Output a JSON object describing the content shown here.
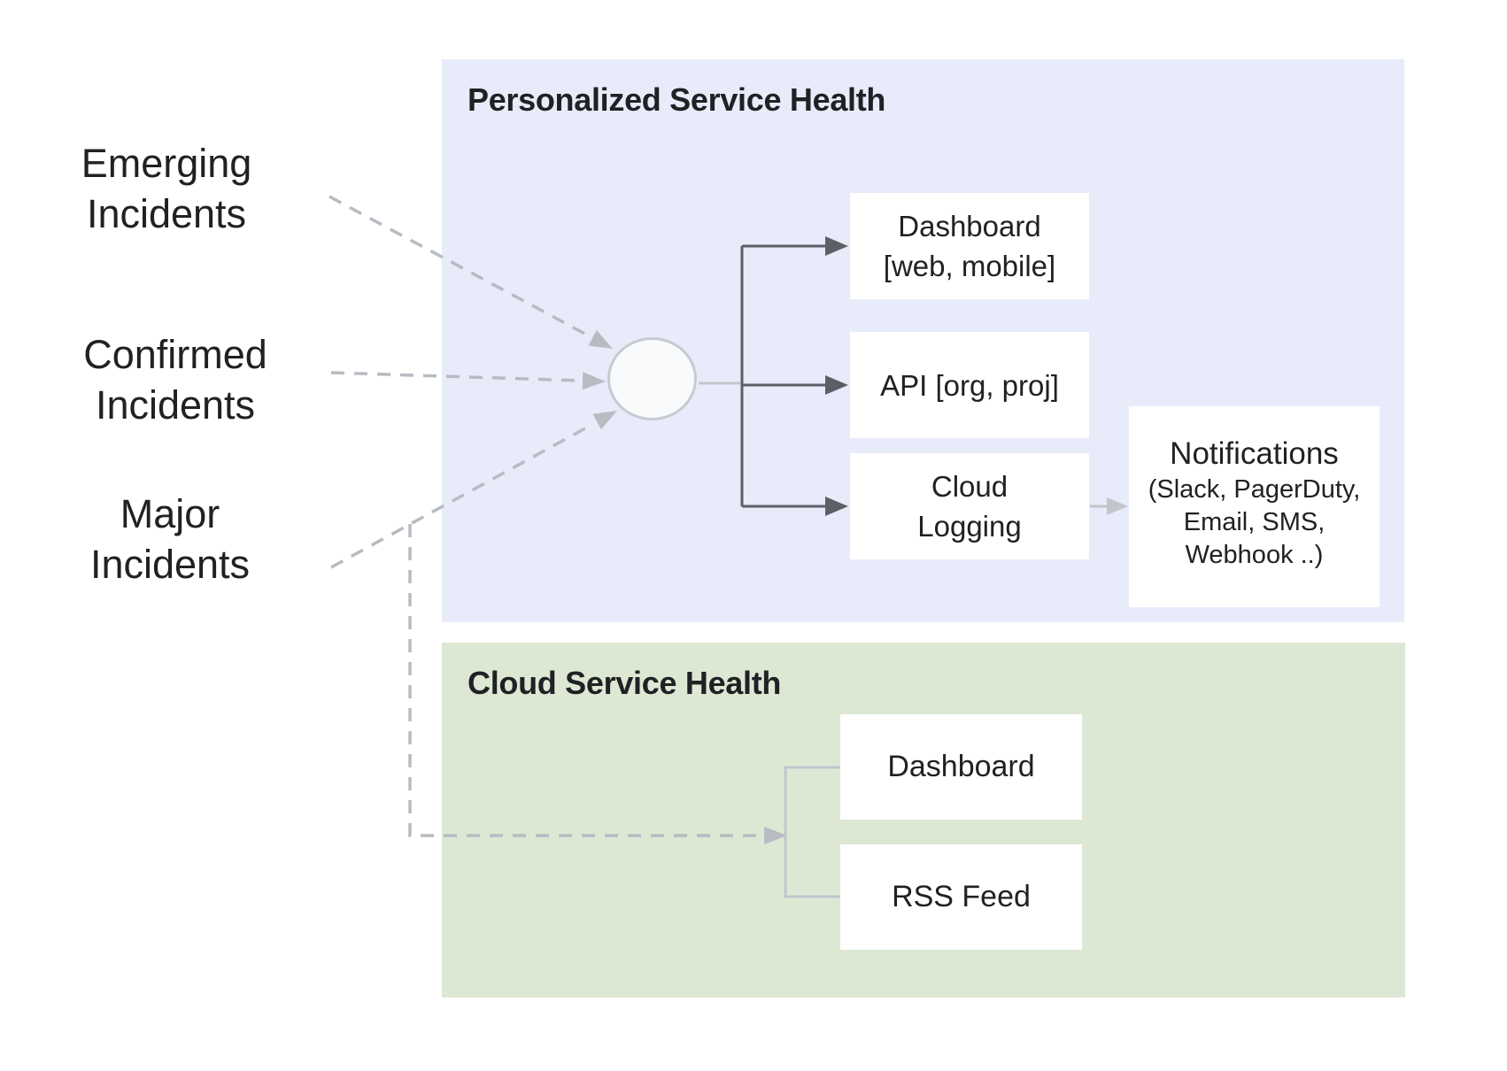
{
  "colors": {
    "personalized_panel_bg": "#e8ecfa",
    "cloud_panel_bg": "#dde8d4",
    "node_bg": "#ffffff",
    "solid_connector": "#5b6067",
    "light_connector": "#c2c6cb",
    "dashed_connector": "#b7bcc2",
    "text": "#202124",
    "hub_fill": "#f8fafc",
    "hub_border": "#c7cbd1"
  },
  "incident_sources": [
    {
      "id": "emerging",
      "lines": [
        "Emerging",
        "Incidents"
      ]
    },
    {
      "id": "confirmed",
      "lines": [
        "Confirmed",
        "Incidents"
      ]
    },
    {
      "id": "major",
      "lines": [
        "Major",
        "Incidents"
      ]
    }
  ],
  "personalized_panel": {
    "title": "Personalized Service Health",
    "dashboard": {
      "lines": [
        "Dashboard",
        "[web, mobile]"
      ]
    },
    "api": {
      "label": "API [org, proj]"
    },
    "cloud_logging": {
      "lines": [
        "Cloud",
        "Logging"
      ]
    },
    "notifications": {
      "title": "Notifications",
      "details": [
        "(Slack, PagerDuty,",
        "Email, SMS,",
        "Webhook ..)"
      ]
    }
  },
  "cloud_panel": {
    "title": "Cloud Service Health",
    "dashboard": {
      "label": "Dashboard"
    },
    "rss": {
      "label": "RSS Feed"
    }
  }
}
